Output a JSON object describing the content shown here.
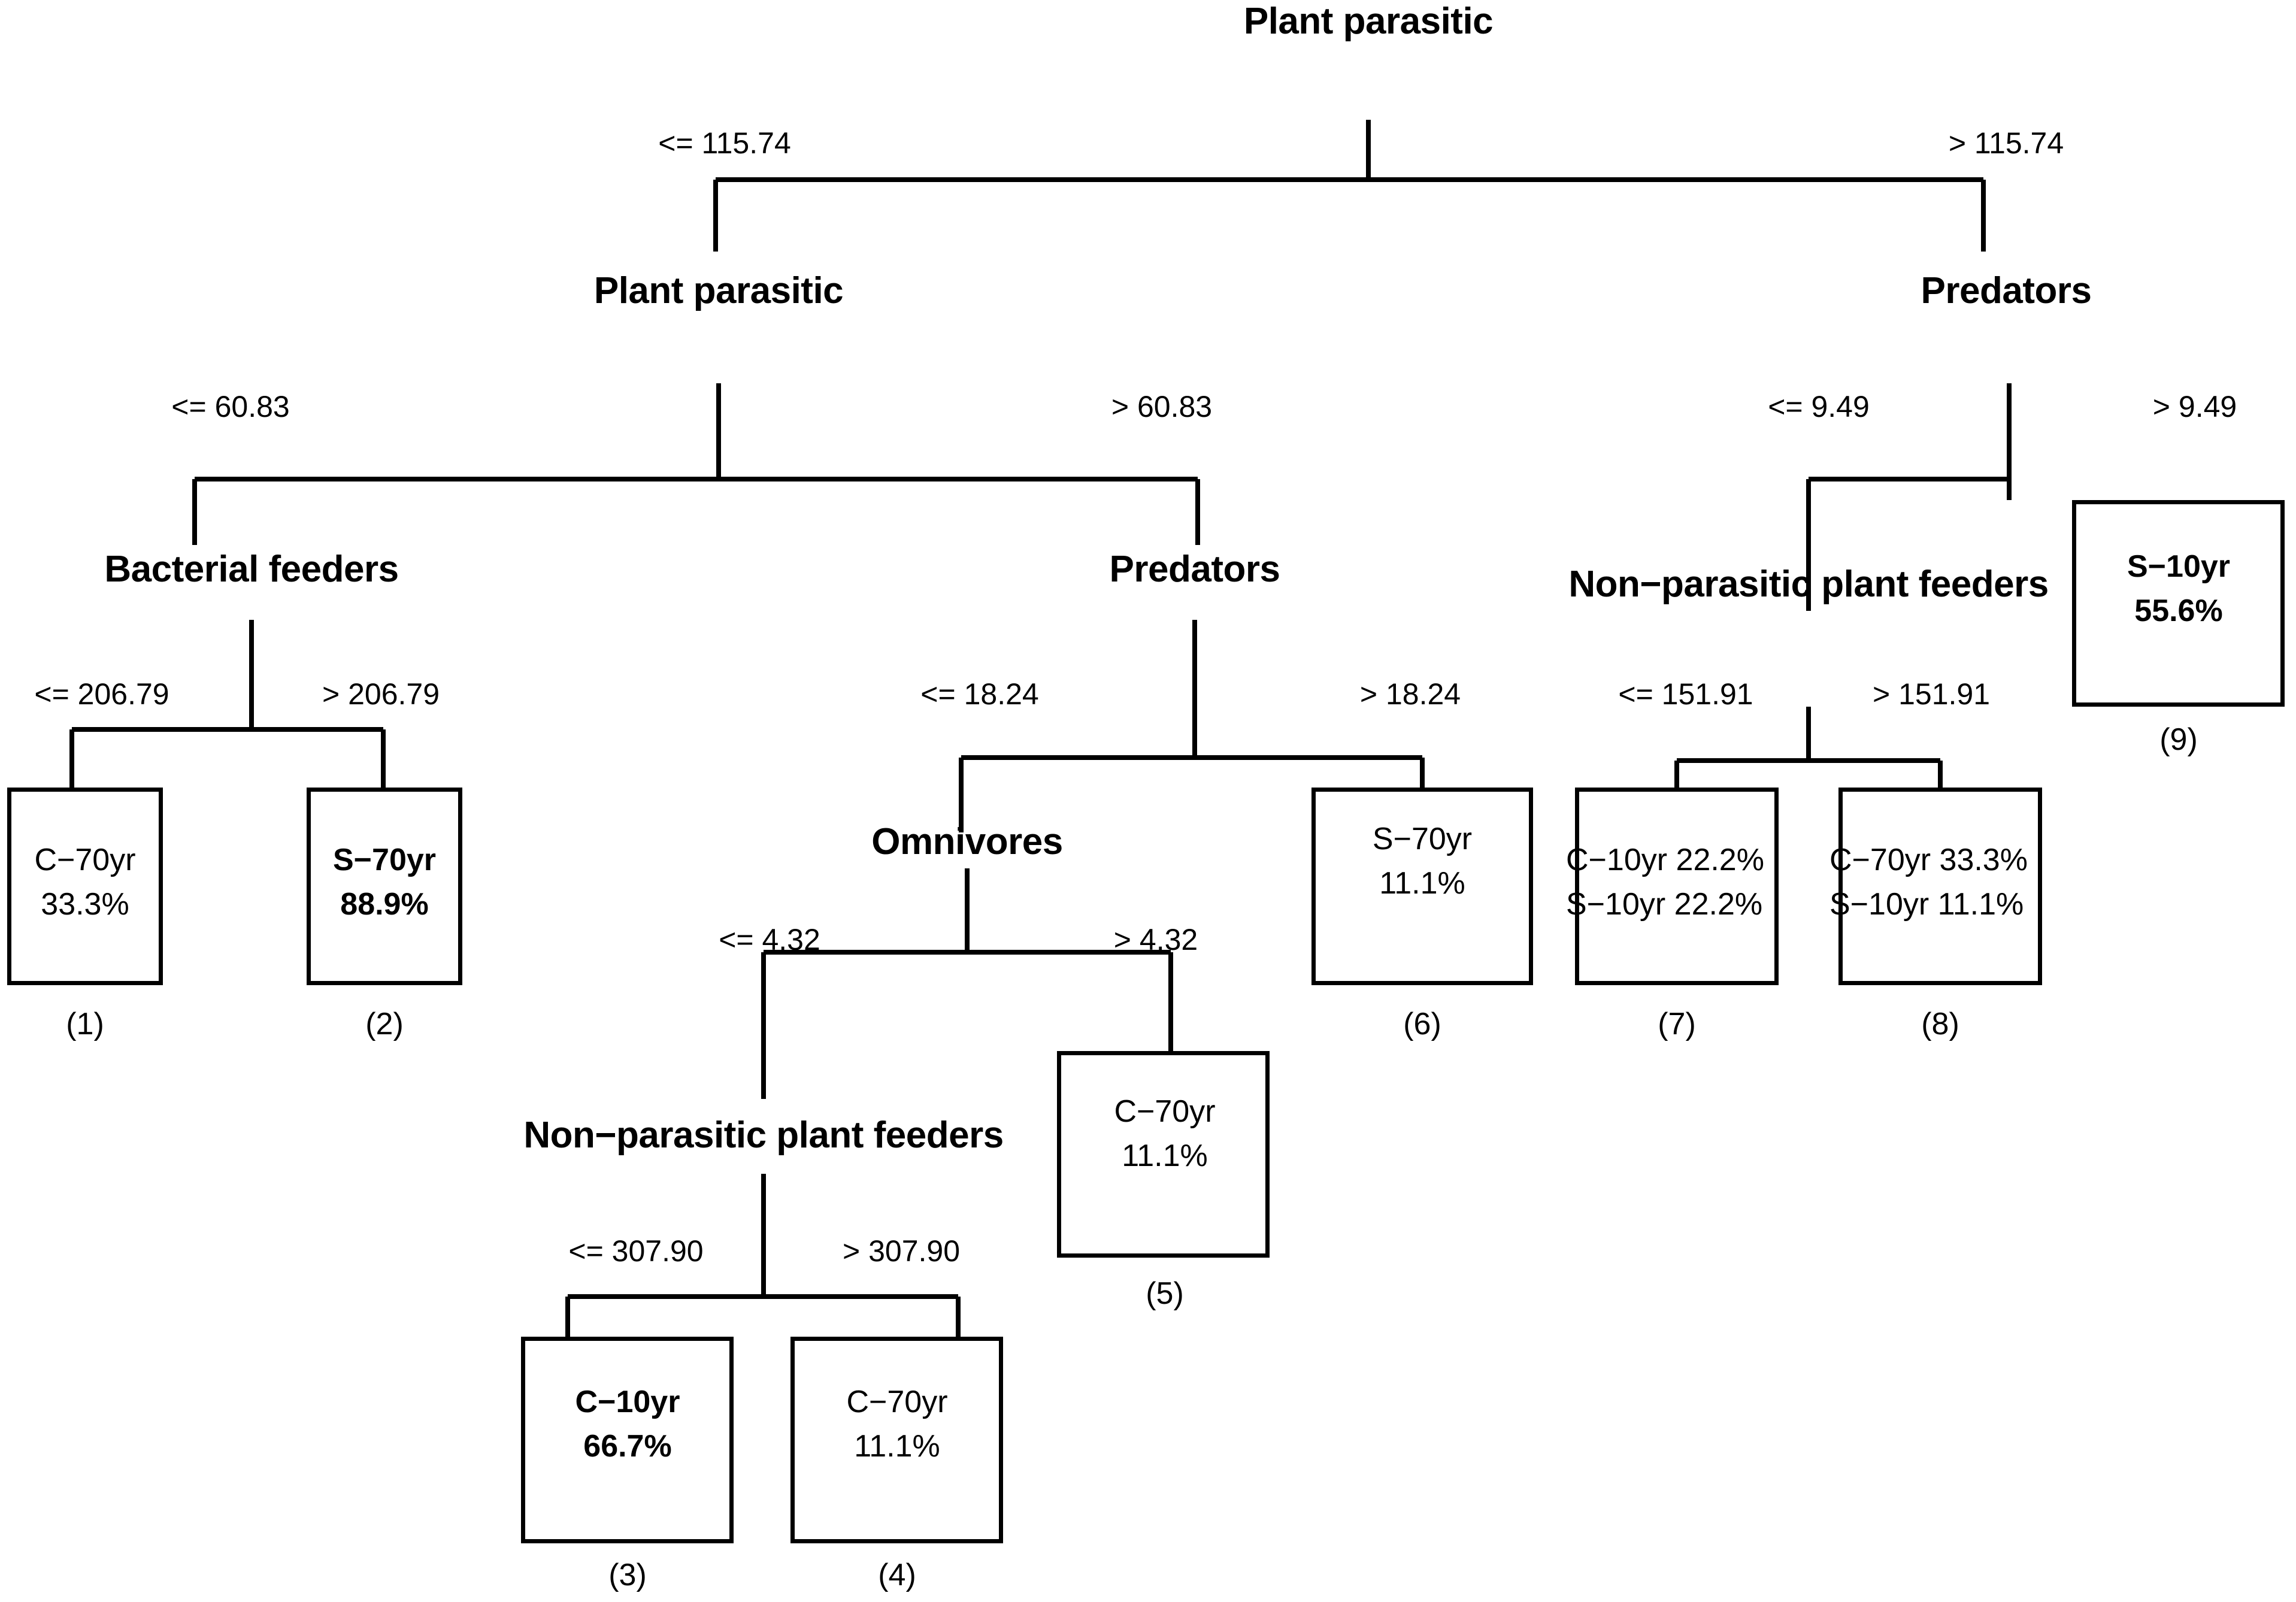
{
  "chart_data": {
    "type": "diagram",
    "title": "Plant parasitic decision tree",
    "root_label": "Plant parasitic",
    "nodes": [
      {
        "id": "n0",
        "label": "Plant parasitic",
        "left_condition": "<= 115.74",
        "right_condition": "> 115.74"
      },
      {
        "id": "n1",
        "label": "Plant parasitic",
        "left_condition": "<= 60.83",
        "right_condition": "> 60.83"
      },
      {
        "id": "n2",
        "label": "Predators",
        "left_condition": "<= 9.49",
        "right_condition": "> 9.49"
      },
      {
        "id": "n3",
        "label": "Bacterial feeders",
        "left_condition": "<= 206.79",
        "right_condition": "> 206.79"
      },
      {
        "id": "n4",
        "label": "Predators",
        "left_condition": "<= 18.24",
        "right_condition": "> 18.24"
      },
      {
        "id": "n5",
        "label": "Non−parasitic plant feeders",
        "left_condition": "<= 151.91",
        "right_condition": "> 151.91"
      },
      {
        "id": "n6",
        "label": "Omnivores",
        "left_condition": "<= 4.32",
        "right_condition": "> 4.32"
      },
      {
        "id": "n7",
        "label": "Non−parasitic plant feeders",
        "left_condition": "<= 307.90",
        "right_condition": "> 307.90"
      }
    ],
    "leaves": [
      {
        "index": "(1)",
        "lines": [
          "C−70yr",
          "33.3%"
        ],
        "bold": false
      },
      {
        "index": "(2)",
        "lines": [
          "S−70yr",
          "88.9%"
        ],
        "bold": true
      },
      {
        "index": "(3)",
        "lines": [
          "C−10yr",
          "66.7%"
        ],
        "bold": true
      },
      {
        "index": "(4)",
        "lines": [
          "C−70yr",
          "11.1%"
        ],
        "bold": false
      },
      {
        "index": "(5)",
        "lines": [
          "C−70yr",
          "11.1%"
        ],
        "bold": false
      },
      {
        "index": "(6)",
        "lines": [
          "S−70yr",
          "11.1%"
        ],
        "bold": false
      },
      {
        "index": "(7)",
        "lines": [
          "C−10yr 22.2%",
          "S−10yr 22.2%"
        ],
        "bold": false
      },
      {
        "index": "(8)",
        "lines": [
          "C−70yr 33.3%",
          "S−10yr 11.1%"
        ],
        "bold": false
      },
      {
        "index": "(9)",
        "lines": [
          "S−10yr",
          "55.6%"
        ],
        "bold": true
      }
    ]
  },
  "tree": {
    "root": {
      "label": "Plant parasitic",
      "split_left": "<= 115.74",
      "split_right": "> 115.74"
    },
    "internal": {
      "plant_parasitic_2": "Plant parasitic",
      "predators_top": "Predators",
      "bacterial_feeders": "Bacterial feeders",
      "predators_mid": "Predators",
      "nonparasitic_right": "Non−parasitic plant feeders",
      "omnivores": "Omnivores",
      "nonparasitic_bottom": "Non−parasitic plant feeders"
    },
    "splits": {
      "s0_left": "<= 115.74",
      "s0_right": "> 115.74",
      "s1_left": "<= 60.83",
      "s1_right": "> 60.83",
      "s2_left": "<= 9.49",
      "s2_right": "> 9.49",
      "s3_left": "<= 206.79",
      "s3_right": "> 206.79",
      "s4_left": "<= 18.24",
      "s4_right": "> 18.24",
      "s5_left": "<= 151.91",
      "s5_right": "> 151.91",
      "s6_left": "<= 4.32",
      "s6_right": "> 4.32",
      "s7_left": "<= 307.90",
      "s7_right": "> 307.90"
    },
    "leaves": {
      "l1_line1": "C−70yr",
      "l1_line2": "33.3%",
      "l1_index": "(1)",
      "l2_line1": "S−70yr",
      "l2_line2": "88.9%",
      "l2_index": "(2)",
      "l3_line1": "C−10yr",
      "l3_line2": "66.7%",
      "l3_index": "(3)",
      "l4_line1": "C−70yr",
      "l4_line2": "11.1%",
      "l4_index": "(4)",
      "l5_line1": "C−70yr",
      "l5_line2": "11.1%",
      "l5_index": "(5)",
      "l6_line1": "S−70yr",
      "l6_line2": "11.1%",
      "l6_index": "(6)",
      "l7_line1": "C−10yr 22.2%",
      "l7_line2": "S−10yr 22.2%",
      "l7_index": "(7)",
      "l8_line1": "C−70yr 33.3%",
      "l8_line2": "S−10yr 11.1%",
      "l8_index": "(8)",
      "l9_line1": "S−10yr",
      "l9_line2": "55.6%",
      "l9_index": "(9)"
    }
  },
  "colors": {
    "line": "#000000",
    "text": "#000000",
    "background": "#ffffff"
  }
}
